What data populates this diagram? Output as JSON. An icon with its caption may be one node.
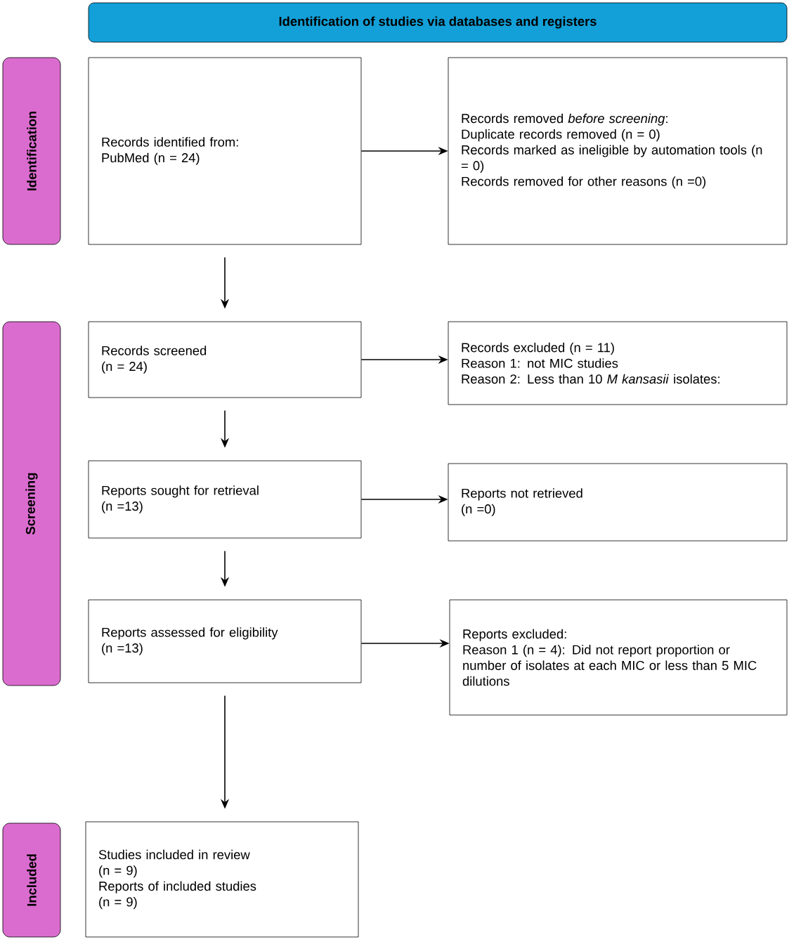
{
  "diagram": {
    "nodes": [
      {
        "text": [
          "Identification of studies via databases and registers"
        ]
      },
      {
        "text": [
          "Identification"
        ]
      },
      {
        "text": [
          "Screening"
        ]
      },
      {
        "text": [
          "Included"
        ]
      },
      {
        "text": [
          "Records identified from:",
          "PubMed (n = 24)"
        ]
      },
      {
        "text": [
          "Records removed *before screening*:",
          "Duplicate records removed (n = 0)",
          "Records marked as ineligible by automation tools (n = 0)",
          "Records removed for other reasons (n =0)"
        ]
      },
      {
        "text": [
          "Records screened",
          "(n = 24)"
        ]
      },
      {
        "text": [
          "Records excluded (n = 11)",
          "Reason 1: not MIC studies",
          "Reason 2: Less than 10 *M kansasii* isolates:"
        ]
      },
      {
        "text": [
          "Reports sought for retrieval",
          "(n =13)"
        ]
      },
      {
        "text": [
          "Reports not retrieved",
          "(n =0)"
        ]
      },
      {
        "text": [
          "Reports assessed for eligibility",
          "(n =13)"
        ]
      },
      {
        "text": [
          "Reports excluded:",
          "Reason 1 (n = 4): Did not report proportion or number of isolates at each MIC or less than 5 MIC dilutions"
        ]
      },
      {
        "text": [
          "Studies included in review",
          "(n = 9)",
          "Reports of included studies",
          "(n = 9)"
        ]
      }
    ],
    "edges": [
      {
        "from": 4,
        "to": 5,
        "arrow": "to"
      },
      {
        "from": 4,
        "to": 6,
        "arrow": "to"
      },
      {
        "from": 6,
        "to": 7,
        "arrow": "to"
      },
      {
        "from": 6,
        "to": 8,
        "arrow": "to"
      },
      {
        "from": 8,
        "to": 9,
        "arrow": "to"
      },
      {
        "from": 8,
        "to": 10,
        "arrow": "to"
      },
      {
        "from": 10,
        "to": 11,
        "arrow": "to"
      },
      {
        "from": 10,
        "to": 12,
        "arrow": "to"
      }
    ]
  }
}
